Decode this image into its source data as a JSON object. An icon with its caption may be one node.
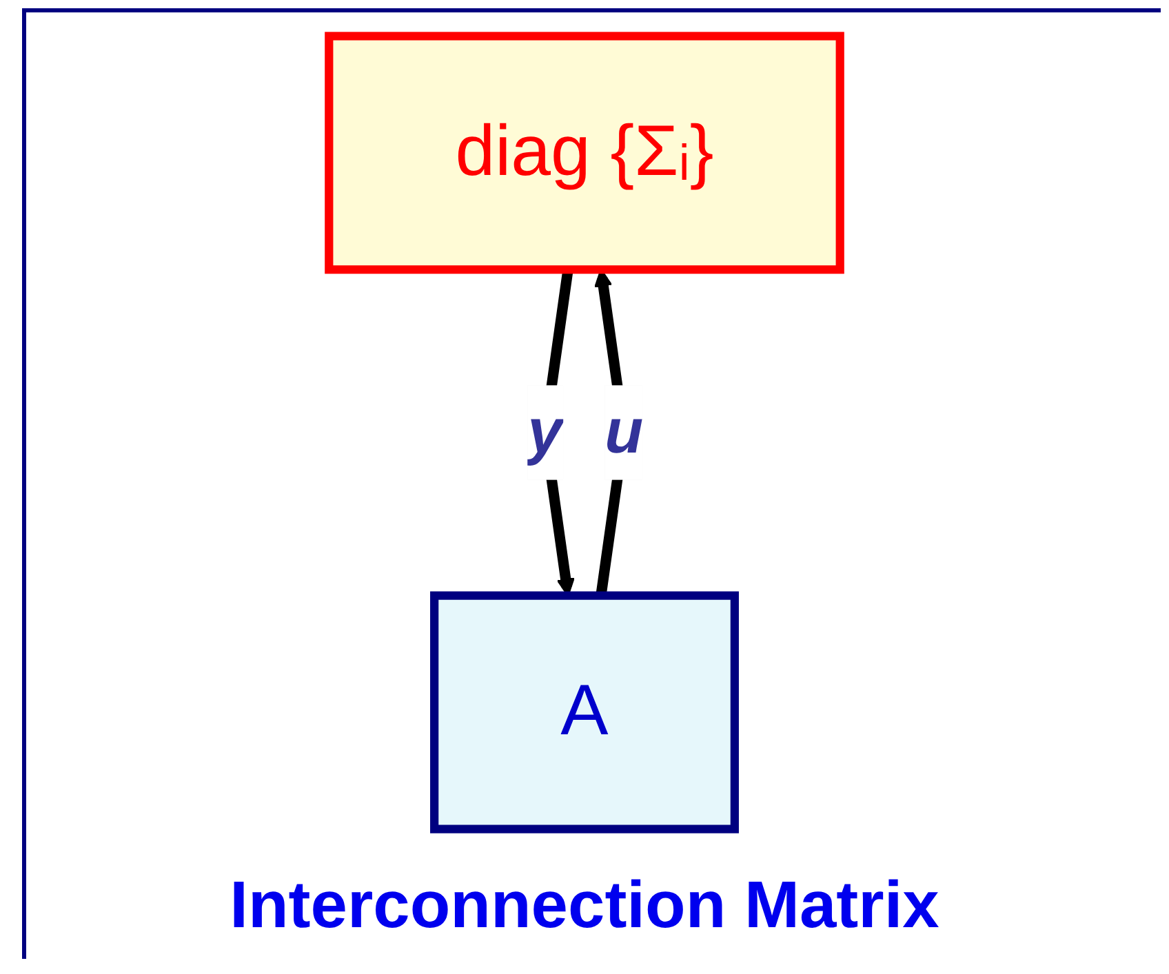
{
  "diagram": {
    "caption": "Interconnection Matrix",
    "nodes": [
      {
        "text": [
          "diag {Σᵢ}"
        ]
      },
      {
        "text": [
          "A"
        ]
      }
    ],
    "edges": [
      {
        "from": 0,
        "to": 1,
        "arrow": "to",
        "label": "y"
      },
      {
        "from": 1,
        "to": 0,
        "arrow": "to",
        "label": "u"
      }
    ]
  }
}
